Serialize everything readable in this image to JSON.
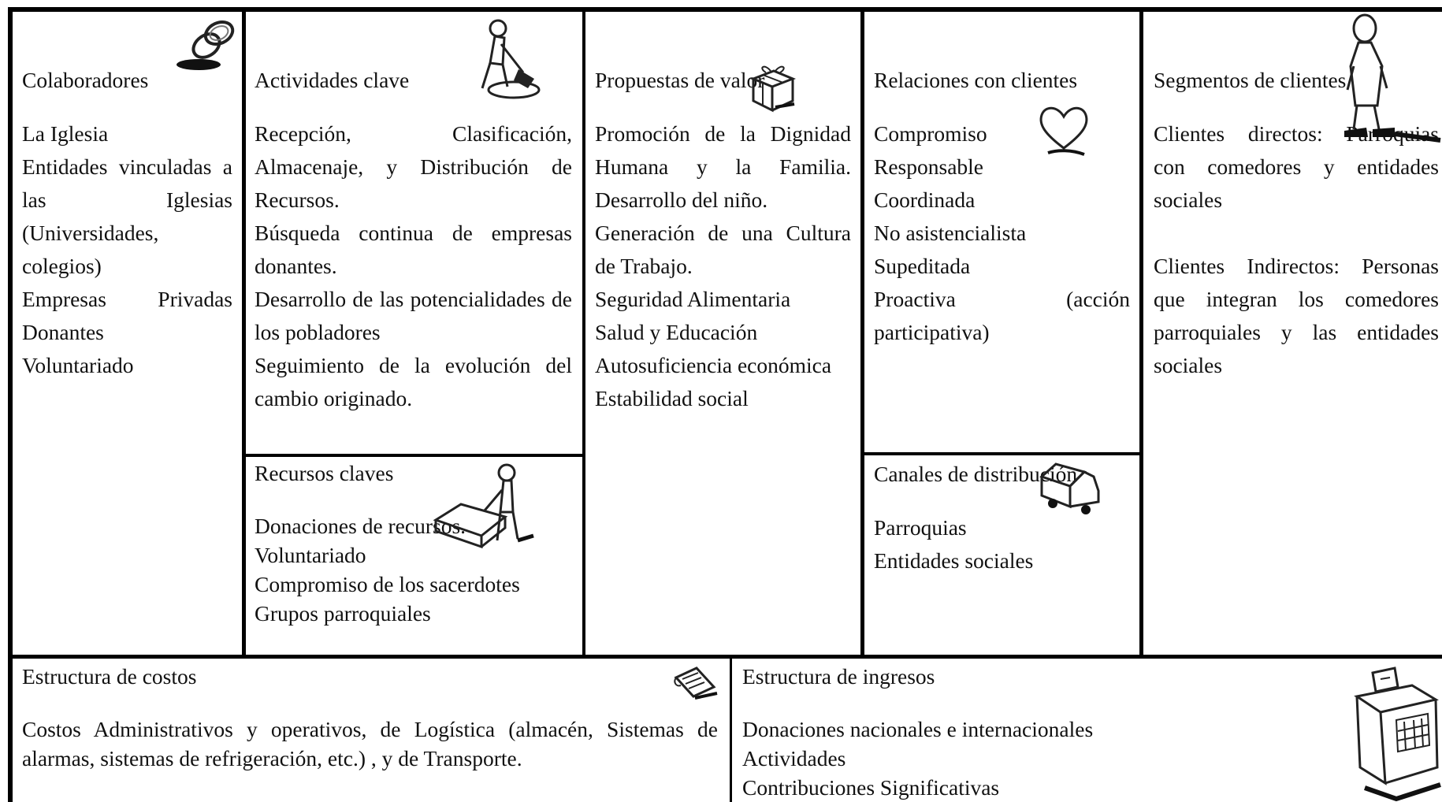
{
  "key_partners": {
    "title": "Colaboradores",
    "items": [
      "La Iglesia",
      "Entidades vinculadas a las Iglesias (Universidades, colegios)",
      "Empresas Privadas Donantes",
      "Voluntariado"
    ]
  },
  "key_activities": {
    "title": "Actividades clave",
    "items": [
      "Recepción, Clasificación, Almacenaje, y Distribución de Recursos.",
      "Búsqueda continua de empresas donantes.",
      "Desarrollo de las potencialidades de los pobladores",
      "Seguimiento de la evolución del cambio originado."
    ]
  },
  "key_resources": {
    "title": "Recursos claves",
    "items": [
      "Donaciones de recursos.",
      "Voluntariado",
      "Compromiso de los sacerdotes",
      "Grupos parroquiales"
    ]
  },
  "value_propositions": {
    "title": "Propuestas de valor",
    "items": [
      "Promoción de la Dignidad Humana y la Familia. Desarrollo del niño.",
      "Generación de una Cultura de Trabajo.",
      "Seguridad Alimentaria",
      "Salud y Educación",
      "Autosuficiencia económica",
      "Estabilidad social"
    ]
  },
  "customer_relationships": {
    "title": "Relaciones con clientes",
    "items": [
      "Compromiso",
      "Responsable",
      "Coordinada",
      "No asistencialista",
      "Supeditada",
      "Proactiva (acción participativa)"
    ]
  },
  "channels": {
    "title": "Canales de distribución",
    "items": [
      "Parroquias",
      "Entidades sociales"
    ]
  },
  "customer_segments": {
    "title": "Segmentos de clientes",
    "items": [
      "Clientes directos: Parroquias con comedores y entidades sociales",
      "Clientes Indirectos: Personas que integran los comedores parroquiales y las entidades sociales"
    ]
  },
  "cost_structure": {
    "title": "Estructura de costos",
    "text": "Costos Administrativos y operativos, de Logística (almacén, Sistemas de alarmas, sistemas de refrigeración, etc.)    , y de Transporte."
  },
  "revenue_streams": {
    "title": "Estructura de ingresos",
    "items": [
      "Donaciones nacionales e internacionales",
      "Actividades",
      "Contribuciones Significativas"
    ]
  },
  "icons": {
    "key_partners": "linked-rings-icon",
    "key_activities": "worker-digging-icon",
    "key_resources": "worker-with-crate-icon",
    "value_propositions": "gift-icon",
    "customer_relationships": "heart-icon",
    "channels": "delivery-truck-icon",
    "customer_segments": "standing-person-icon",
    "cost_structure": "receipt-icon",
    "revenue_streams": "cash-register-icon"
  }
}
